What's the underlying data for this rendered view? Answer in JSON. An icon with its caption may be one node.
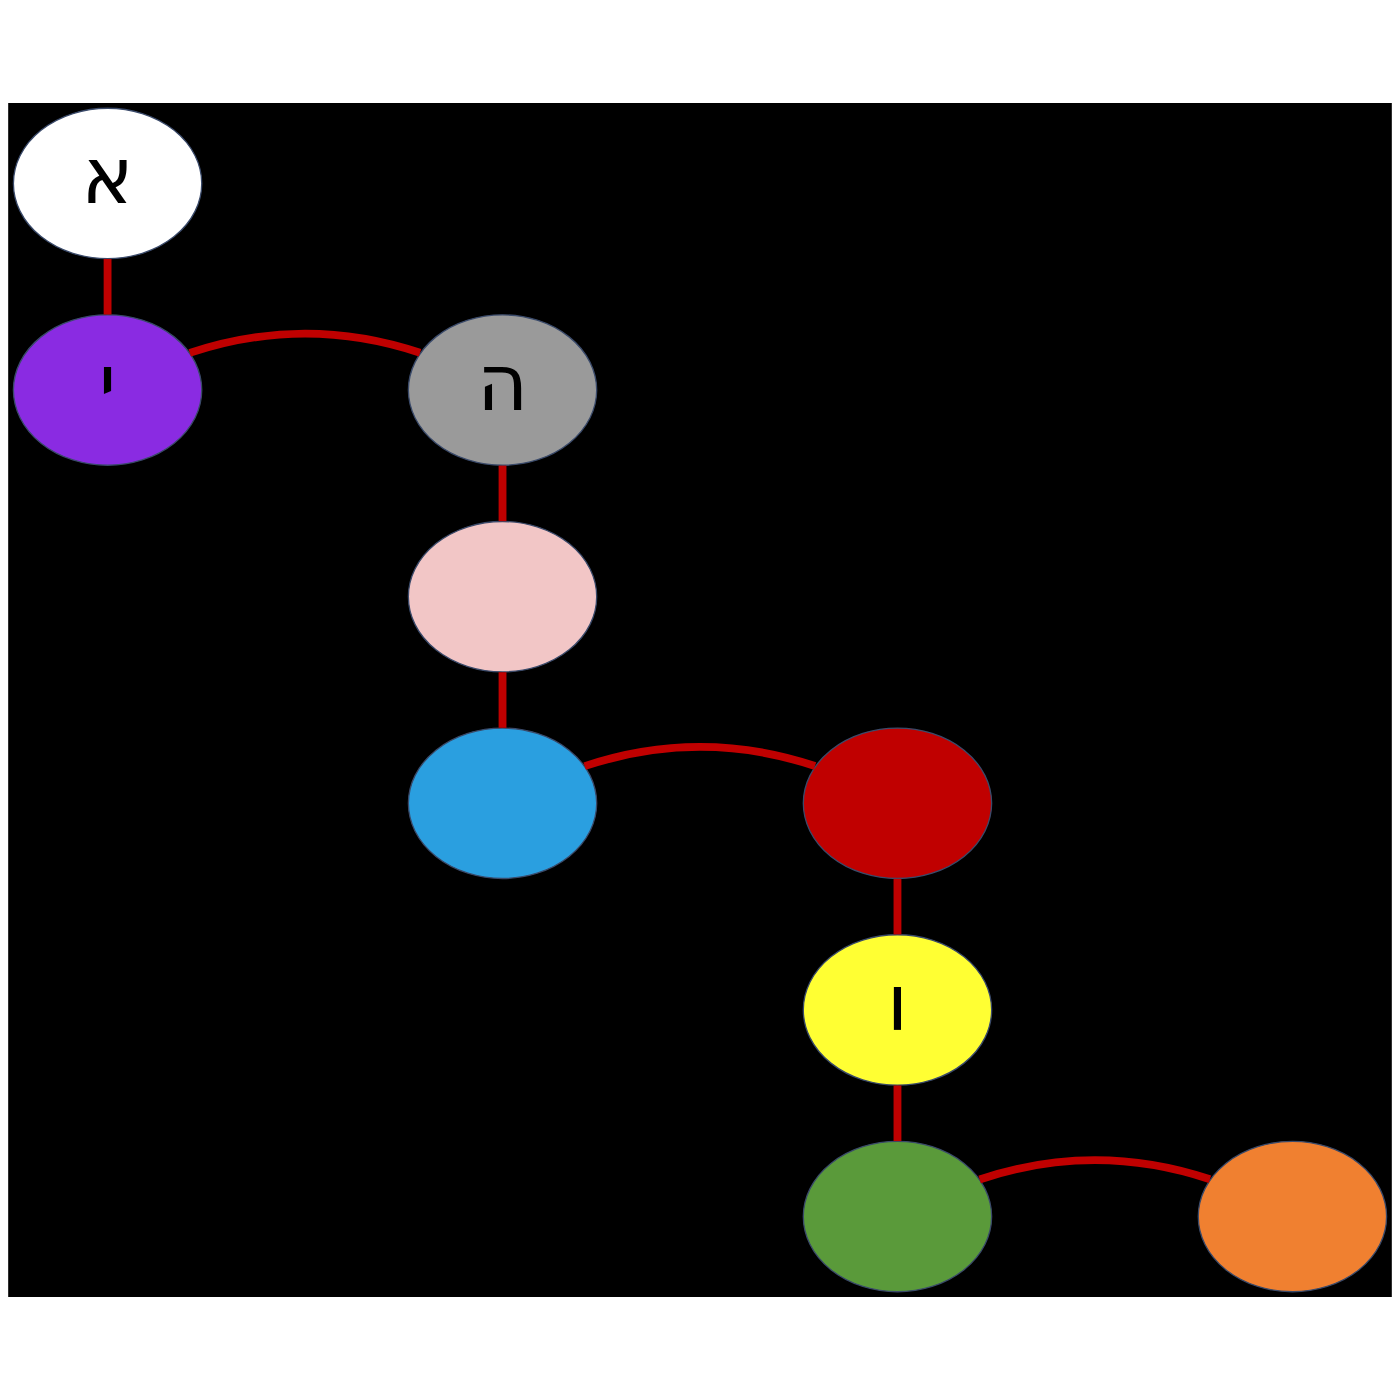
{
  "diagram": {
    "nodes": [
      {
        "text": [
          "א"
        ]
      },
      {
        "text": [
          "ה"
        ]
      },
      {
        "text": [
          "י"
        ]
      },
      {
        "text": [],
        "shape": "circle"
      },
      {
        "text": [],
        "shape": "circle"
      },
      {
        "text": [],
        "shape": "circle"
      },
      {
        "text": [
          "ו"
        ]
      },
      {
        "text": [],
        "shape": "circle"
      },
      {
        "text": [],
        "shape": "circle"
      }
    ],
    "edges": [
      {
        "from": 0,
        "to": 2,
        "arrow": "none"
      },
      {
        "from": 2,
        "to": 1,
        "arrow": "none"
      },
      {
        "from": 1,
        "to": 3,
        "arrow": "none"
      },
      {
        "from": 3,
        "to": 5,
        "arrow": "none"
      },
      {
        "from": 5,
        "to": 4,
        "arrow": "none"
      },
      {
        "from": 4,
        "to": 6,
        "arrow": "none"
      },
      {
        "from": 6,
        "to": 8,
        "arrow": "none"
      },
      {
        "from": 8,
        "to": 7,
        "arrow": "none"
      }
    ]
  }
}
